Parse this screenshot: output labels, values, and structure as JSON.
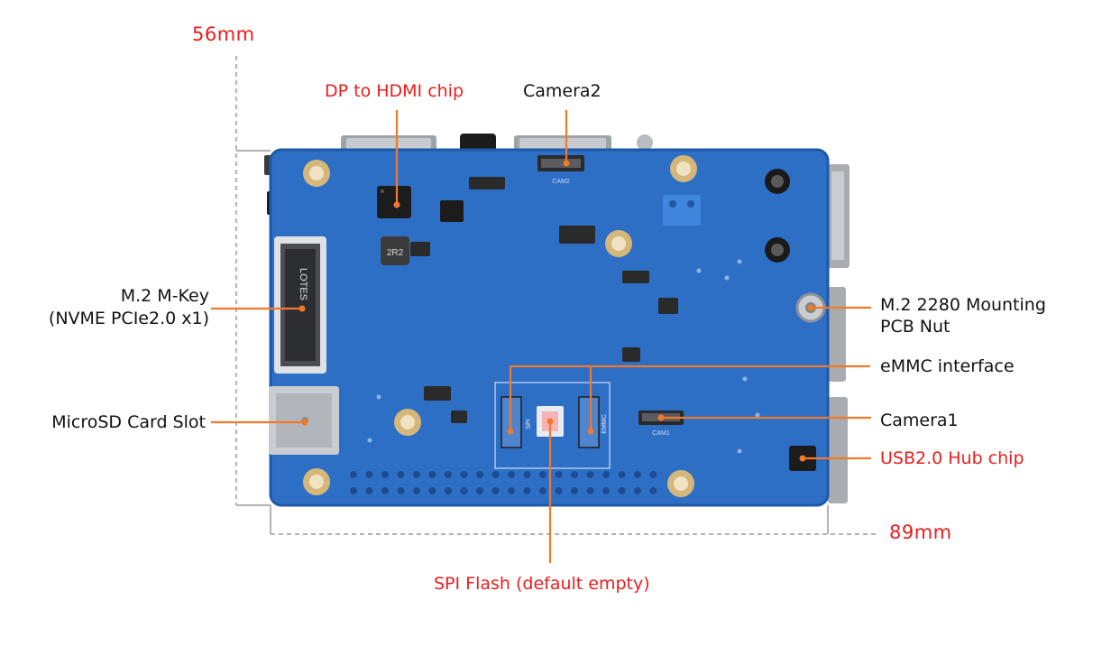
{
  "dimensions": {
    "width_label": "56mm",
    "length_label": "89mm"
  },
  "labels": {
    "dp_to_hdmi_chip": "DP to HDMI chip",
    "camera2": "Camera2",
    "m2_mkey_line1": "M.2 M-Key",
    "m2_mkey_line2": "(NVME PCIe2.0 x1)",
    "microsd_slot": "MicroSD Card Slot",
    "m2_nut_line1": "M.2 2280 Mounting",
    "m2_nut_line2": "PCB Nut",
    "emmc_interface": "eMMC interface",
    "camera1": "Camera1",
    "usb_hub_chip": "USB2.0 Hub chip",
    "spi_flash": "SPI Flash (default empty)"
  },
  "board_silkscreen": {
    "cam2": "CAM2",
    "cam1": "CAM1",
    "inductor": "2R2",
    "m2_brand": "LOTES",
    "spi": "SPI",
    "emmc": "EMMC"
  },
  "colors": {
    "highlight_red": "#ee1c1c",
    "leader_orange": "#f07a2a",
    "pcb_blue": "#2b6cc4",
    "text_black": "#111111"
  }
}
